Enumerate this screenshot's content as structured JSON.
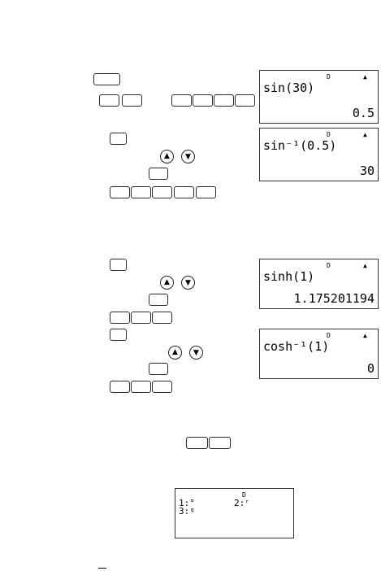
{
  "displays": {
    "sin": {
      "indicator_d": "D",
      "indicator_tri": "▲",
      "expression": "sin(30)",
      "result": "0.5"
    },
    "arcsin": {
      "indicator_d": "D",
      "indicator_tri": "▲",
      "expression": "sin⁻¹(0.5)",
      "result": "30"
    },
    "sinh": {
      "indicator_d": "D",
      "indicator_tri": "▲",
      "expression": "sinh(1)",
      "result": "1.175201194"
    },
    "arccosh": {
      "indicator_d": "D",
      "indicator_tri": "▲",
      "expression": "cosh⁻¹(1)",
      "result": "0"
    }
  },
  "arrows": {
    "up": "▲",
    "down": "▼"
  },
  "angle_menu": {
    "indicator_d": "D",
    "line1_a": "1:°",
    "line1_b": "2:ʳ",
    "line2": "3:ᵍ"
  }
}
